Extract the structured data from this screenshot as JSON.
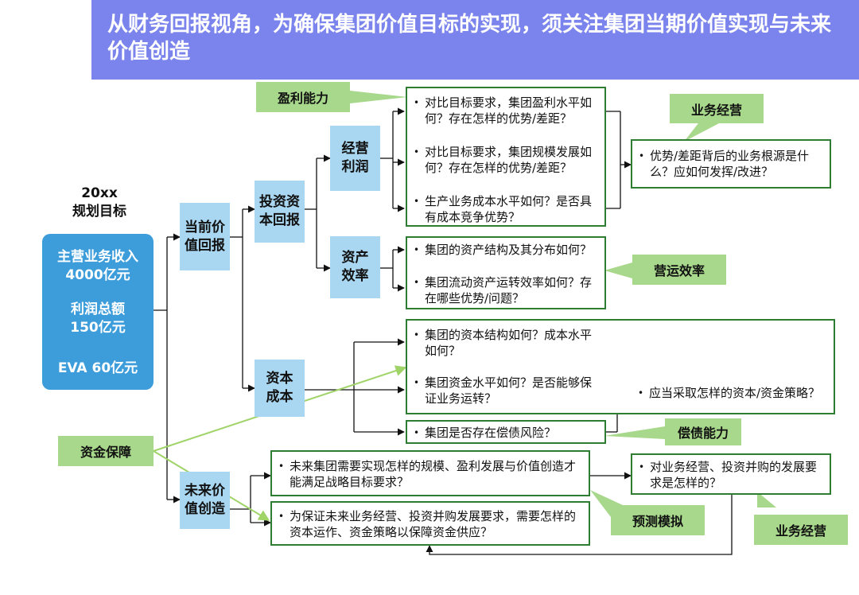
{
  "title": "从财务回报视角，为确保集团价值目标的实现，须关注集团当期价值实现与未来价值创造",
  "target": {
    "heading_1": "20xx",
    "heading_2": "规划目标",
    "revenue_label": "主营业务收入",
    "revenue_value": "4000亿元",
    "profit_label": "利润总额",
    "profit_value": "150亿元",
    "eva": "EVA 60亿元"
  },
  "nodes": {
    "current_return": "当前价值回报",
    "future_value": "未来价值创造",
    "investment_return": "投资资本回报",
    "capital_cost": "资本成本",
    "operating_profit": "经营利润",
    "asset_efficiency": "资产效率"
  },
  "tags": {
    "profitability": "盈利能力",
    "business_ops_1": "业务经营",
    "operating_efficiency": "营运效率",
    "solvency": "偿债能力",
    "funding": "资金保障",
    "forecast": "预测模拟",
    "business_ops_2": "业务经营"
  },
  "questions": {
    "profit": [
      "对比目标要求，集团盈利水平如何？存在怎样的优势/差距？",
      "对比目标要求，集团规模发展如何？存在怎样的优势/差距？",
      "生产业务成本水平如何？是否具有成本竞争优势？"
    ],
    "root_cause": "优势/差距背后的业务根源是什么？应如何发挥/改进？",
    "asset": [
      "集团的资产结构及其分布如何？",
      "集团流动资产运转效率如何？存在哪些优势/问题？"
    ],
    "capital": [
      "集团的资本结构如何？成本水平如何？",
      "集团资金水平如何？是否能够保证业务运转？"
    ],
    "capital_strategy": "应当采取怎样的资本/资金策略？",
    "debt_risk": "集团是否存在偿债风险？",
    "future": [
      "未来集团需要实现怎样的规模、盈利发展与价值创造才能满足战略目标要求？",
      "为保证未来业务经营、投资并购发展要求，需要怎样的资本运作、资金策略以保障资金供应？"
    ],
    "future_requirement": "对业务经营、投资并购的发展要求是怎样的？"
  },
  "colors": {
    "header": "#7b84ec",
    "kpi_box": "#3d9ddb",
    "node_box": "#a9d6f0",
    "tag_box": "#a8d88b",
    "question_border": "#2e7d32",
    "funding_line": "#a0d468"
  }
}
